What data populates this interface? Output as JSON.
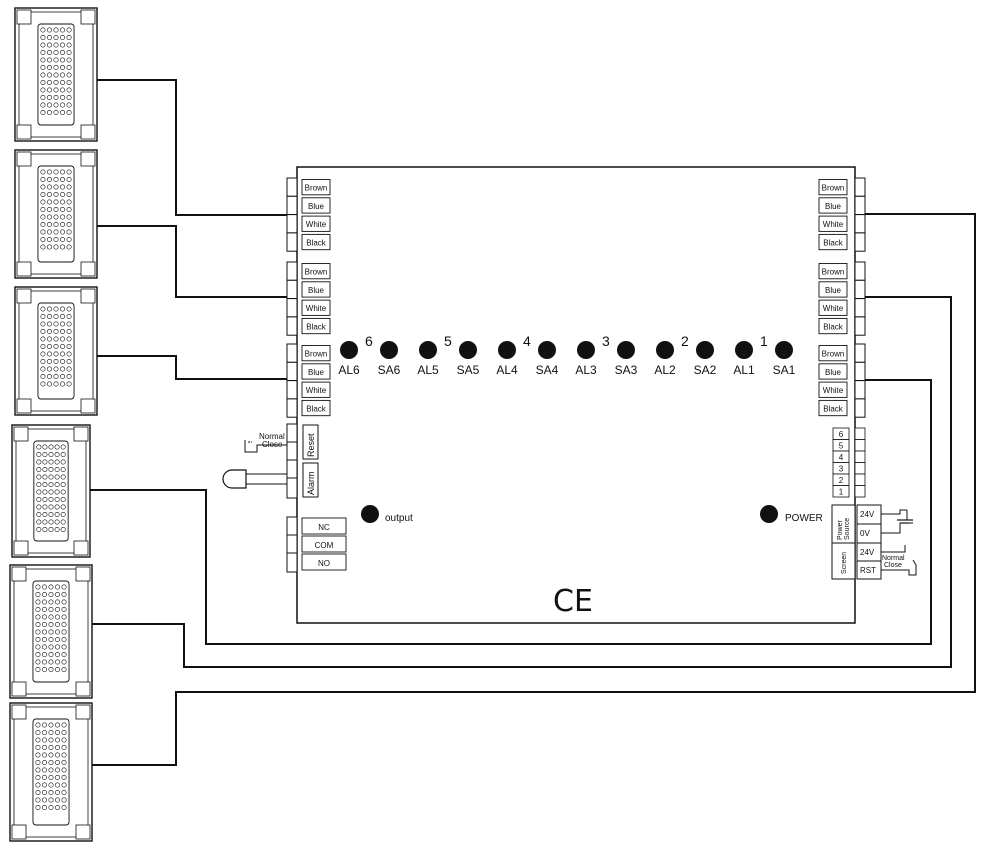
{
  "sensors": {
    "left": [
      {
        "id": "S1"
      },
      {
        "id": "S2"
      },
      {
        "id": "S3"
      },
      {
        "id": "S4"
      },
      {
        "id": "S5"
      },
      {
        "id": "S6"
      }
    ]
  },
  "panel": {
    "left_terminals": [
      [
        "Brown",
        "Blue",
        "White",
        "Black"
      ],
      [
        "Brown",
        "Blue",
        "White",
        "Black"
      ],
      [
        "Brown",
        "Blue",
        "White",
        "Black"
      ]
    ],
    "right_terminals": [
      [
        "Brown",
        "Blue",
        "White",
        "Black"
      ],
      [
        "Brown",
        "Blue",
        "White",
        "Black"
      ],
      [
        "Brown",
        "Blue",
        "White",
        "Black"
      ]
    ],
    "reset_label": "Reset",
    "alarm_label": "Alarm",
    "normal_close_reset": "Normal\nClose",
    "relay": [
      "NC",
      "COM",
      "NO"
    ],
    "output_label": "output",
    "power_label": "POWER",
    "leds": [
      {
        "num": "6",
        "al": "AL6",
        "sa": "SA6"
      },
      {
        "num": "5",
        "al": "AL5",
        "sa": "SA5"
      },
      {
        "num": "4",
        "al": "AL4",
        "sa": "SA4"
      },
      {
        "num": "3",
        "al": "AL3",
        "sa": "SA3"
      },
      {
        "num": "2",
        "al": "AL2",
        "sa": "SA2"
      },
      {
        "num": "1",
        "al": "AL1",
        "sa": "SA1"
      }
    ],
    "zones": [
      "6",
      "5",
      "4",
      "3",
      "2",
      "1"
    ],
    "power_source_label": "Power Source",
    "power_rows": [
      "24V",
      "0V"
    ],
    "screen_label": "Screen",
    "screen_rows": [
      "24V",
      "RST"
    ],
    "normal_close_screen": "Normal\nClose",
    "ce_mark": "CE"
  }
}
